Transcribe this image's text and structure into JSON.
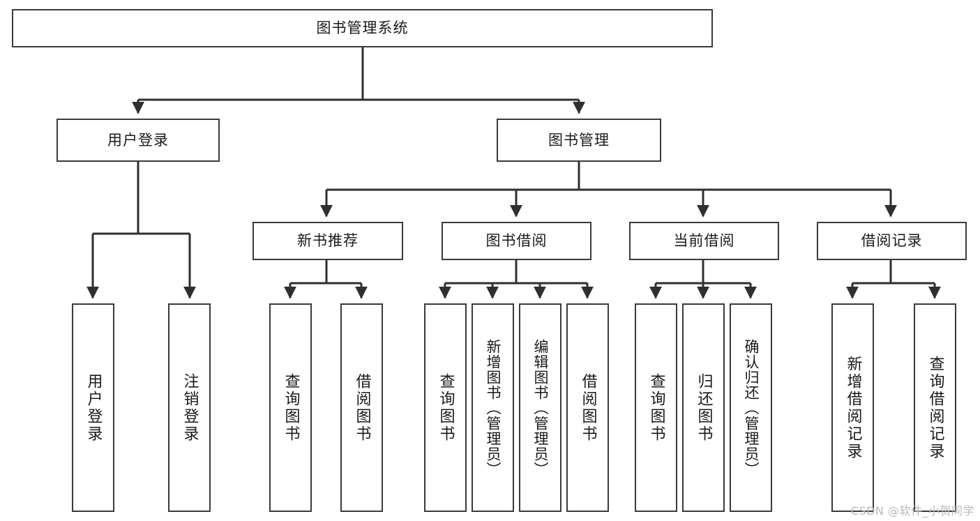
{
  "diagram": {
    "title": "图书管理系统",
    "type": "tree",
    "colors": {
      "box_border": "#3a3a3a",
      "box_fill": "#ffffff",
      "connector": "#2f2f2f",
      "text": "#1a1a1a",
      "watermark": "#b9b9b9"
    },
    "root": {
      "label": "图书管理系统"
    },
    "level2": [
      {
        "label": "用户登录"
      },
      {
        "label": "图书管理"
      }
    ],
    "level3": [
      {
        "label": "新书推荐"
      },
      {
        "label": "图书借阅"
      },
      {
        "label": "当前借阅"
      },
      {
        "label": "借阅记录"
      }
    ],
    "leaves": {
      "user_login": [
        {
          "label": "用户登录"
        },
        {
          "label": "注销登录"
        }
      ],
      "new_book": [
        {
          "label": "查询图书"
        },
        {
          "label": "借阅图书"
        }
      ],
      "borrow_book": [
        {
          "label": "查询图书"
        },
        {
          "label": "新增图书（管理员）"
        },
        {
          "label": "编辑图书（管理员）"
        },
        {
          "label": "借阅图书"
        }
      ],
      "current_borrow": [
        {
          "label": "查询图书"
        },
        {
          "label": "归还图书"
        },
        {
          "label": "确认归还（管理员）"
        }
      ],
      "borrow_record": [
        {
          "label": "新增借阅记录"
        },
        {
          "label": "查询借阅记录"
        }
      ]
    },
    "watermark": "CSDN @软件_小贺同学"
  }
}
